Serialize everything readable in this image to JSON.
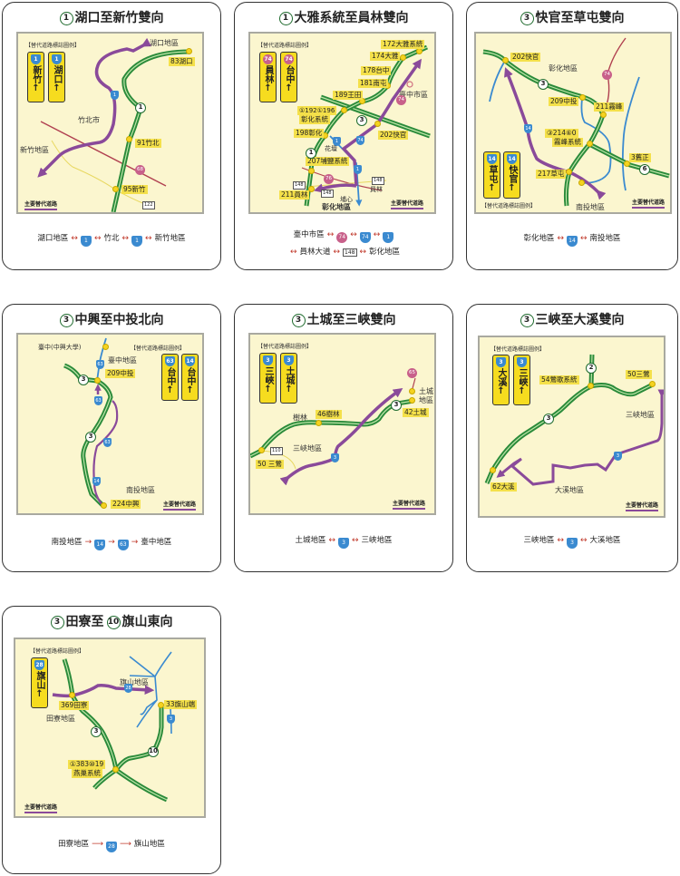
{
  "legend": {
    "label": "【替代道路標誌圖例】",
    "alt_route": "主要替代道路"
  },
  "colors": {
    "freeway": "#2a8a3a",
    "alt_route": "#8a4a9a",
    "provincial": "#3a8ad0",
    "expressway": "#c8608a",
    "exit": "#f4e04a"
  },
  "cards": [
    {
      "title_shield": "1",
      "title": "湖口至新竹雙向",
      "signs": [
        {
          "shield": "1",
          "text": "新竹"
        },
        {
          "shield": "1",
          "text": "湖口"
        }
      ],
      "labels": [
        "湖口地區",
        "83湖口",
        "竹北市",
        "新竹地區",
        "91竹北",
        "95新竹"
      ],
      "shields": [
        "1",
        "1",
        "68",
        "122"
      ],
      "route": [
        "湖口地區",
        "1",
        "竹北",
        "1",
        "新竹地區"
      ]
    },
    {
      "title_shield": "1",
      "title": "大雅系統至員林雙向",
      "signs": [
        {
          "shield": "74",
          "text": "員林"
        },
        {
          "shield": "74",
          "text": "台中"
        }
      ],
      "labels": [
        "172大雅系統",
        "174大雅",
        "178台中",
        "181南屯",
        "189王田",
        "①192①196",
        "彰化系統",
        "198彰化",
        "207埔鹽系統",
        "211員林",
        "202快官",
        "臺中市區",
        "花壇",
        "員林",
        "埔心",
        "彰化地區"
      ],
      "shields": [
        "3",
        "1",
        "1",
        "74",
        "74",
        "76",
        "148",
        "148",
        "148",
        "1"
      ],
      "route": [
        "臺中市區",
        "74",
        "74",
        "1",
        "員林大道",
        "148",
        "彰化地區"
      ]
    },
    {
      "title_shield": "3",
      "title": "快官至草屯雙向",
      "signs": [
        {
          "shield": "14",
          "text": "草屯"
        },
        {
          "shield": "14",
          "text": "快官"
        }
      ],
      "labels": [
        "202快官",
        "彰化地區",
        "209中投",
        "211霧峰",
        "③214⑥0",
        "霧峰系統",
        "3舊正",
        "217草屯",
        "南投地區"
      ],
      "shields": [
        "3",
        "6",
        "74",
        "14"
      ],
      "route": [
        "彰化地區",
        "14",
        "南投地區"
      ]
    },
    {
      "title_shield": "3",
      "title": "中興至中投北向",
      "signs": [
        {
          "shield": "63",
          "text": "台中"
        },
        {
          "shield": "14",
          "text": "台中"
        }
      ],
      "labels": [
        "臺中(中興大學)",
        "臺中地區",
        "209中投",
        "南投地區",
        "224中興"
      ],
      "shields": [
        "3",
        "3",
        "63",
        "63",
        "63",
        "14"
      ],
      "route": [
        "南投地區",
        "14",
        "63",
        "臺中地區"
      ]
    },
    {
      "title_shield": "3",
      "title": "土城至三峽雙向",
      "signs": [
        {
          "shield": "3",
          "text": "三峽"
        },
        {
          "shield": "3",
          "text": "土城"
        }
      ],
      "labels": [
        "樹林",
        "46樹林",
        "土城",
        "地區",
        "42土城",
        "三峽地區",
        "50 三鶯"
      ],
      "shields": [
        "3",
        "65",
        "110",
        "3"
      ],
      "route": [
        "土城地區",
        "3",
        "三峽地區"
      ]
    },
    {
      "title_shield": "3",
      "title": "三峽至大溪雙向",
      "signs": [
        {
          "shield": "3",
          "text": "大溪"
        },
        {
          "shield": "3",
          "text": "三峽"
        }
      ],
      "labels": [
        "54鶯歌系統",
        "50三鶯",
        "三峽地區",
        "大溪地區",
        "62大溪"
      ],
      "shields": [
        "2",
        "3",
        "3"
      ],
      "route": [
        "三峽地區",
        "3",
        "大溪地區"
      ]
    },
    {
      "title_shield": "3",
      "title": "田寮至",
      "title_shield2": "10",
      "title2": "旗山東向",
      "signs": [
        {
          "shield": "28",
          "text": "旗山"
        }
      ],
      "labels": [
        "旗山地區",
        "33旗山端",
        "369田寮",
        "田寮地區",
        "①383⑩19",
        "燕巢系統"
      ],
      "shields": [
        "3",
        "10",
        "28",
        "3"
      ],
      "route": [
        "田寮地區",
        "28",
        "旗山地區"
      ]
    }
  ]
}
